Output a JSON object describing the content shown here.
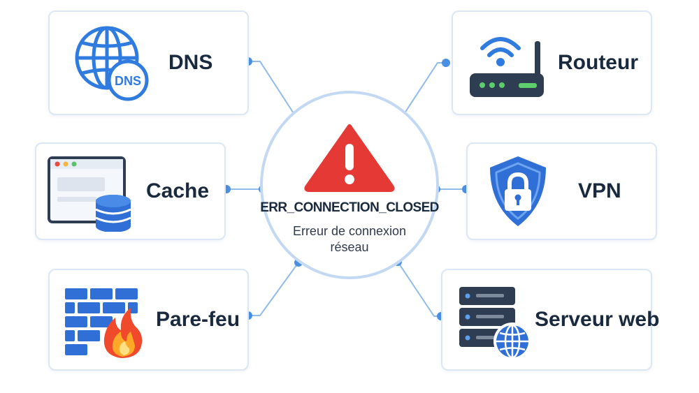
{
  "center": {
    "error_code": "ERR_CONNECTION_CLOSED",
    "description": "Erreur de connexion réseau",
    "icon": "warning-triangle-icon"
  },
  "nodes": [
    {
      "id": "dns",
      "label": "DNS",
      "icon": "dns-globe-icon"
    },
    {
      "id": "routeur",
      "label": "Routeur",
      "icon": "wifi-router-icon"
    },
    {
      "id": "cache",
      "label": "Cache",
      "icon": "browser-cache-database-icon"
    },
    {
      "id": "vpn",
      "label": "VPN",
      "icon": "shield-lock-icon"
    },
    {
      "id": "pare-feu",
      "label": "Pare-feu",
      "icon": "brick-wall-fire-icon"
    },
    {
      "id": "serveur-web",
      "label": "Serveur web",
      "icon": "server-globe-icon"
    }
  ],
  "colors": {
    "connector": "#8fbbe9",
    "connector_dot": "#4a90e2",
    "card_border": "#dbe7f7",
    "warning_red": "#e53935",
    "primary_blue": "#2f6fd6"
  }
}
